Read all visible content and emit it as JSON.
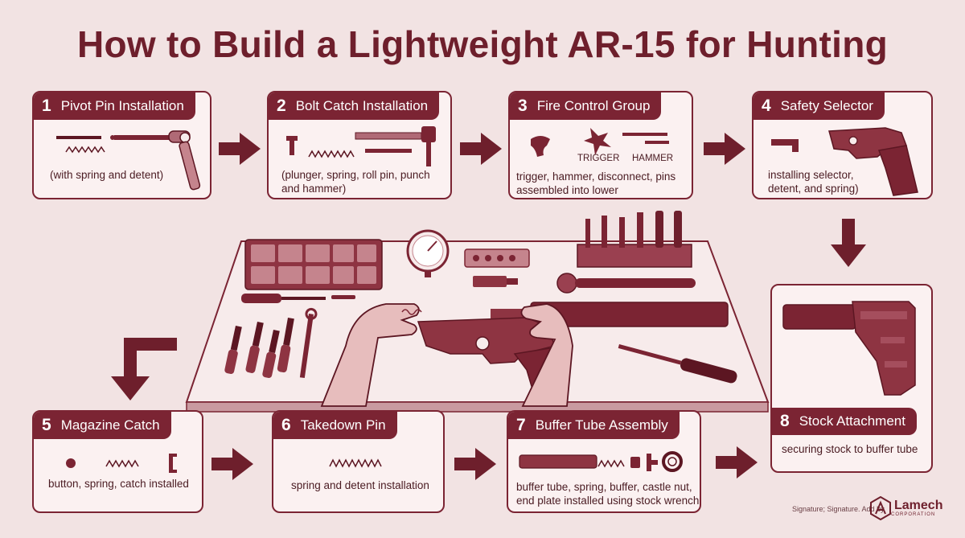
{
  "title": "How to Build a Lightweight AR-15 for Hunting",
  "steps": [
    {
      "num": "1",
      "title": "Pivot Pin Installation",
      "caption": "(with spring and detent)"
    },
    {
      "num": "2",
      "title": "Bolt Catch Installation",
      "caption": "(plunger, spring, roll pin, punch and hammer)"
    },
    {
      "num": "3",
      "title": "Fire Control Group",
      "caption": "trigger, hammer, disconnect, pins assembled into lower",
      "label_trigger": "TRIGGER",
      "label_hammer": "HAMMER"
    },
    {
      "num": "4",
      "title": "Safety Selector",
      "caption": "installing selector, detent, and spring)"
    },
    {
      "num": "5",
      "title": "Magazine Catch",
      "caption": "button, spring, catch installed"
    },
    {
      "num": "6",
      "title": "Takedown Pin",
      "caption": "spring and detent installation"
    },
    {
      "num": "7",
      "title": "Buffer Tube Assembly",
      "caption": "buffer tube, spring, buffer, castle nut, end plate installed using stock wrench"
    },
    {
      "num": "8",
      "title": "Stock Attachment",
      "caption": "securing stock to buffer tube"
    }
  ],
  "footer": {
    "signature": "Signature; Signature. Add by",
    "logo_name": "Lamech",
    "logo_sub": "CORPORATION"
  },
  "colors": {
    "accent": "#7b2433",
    "background": "#f2e3e3",
    "card": "#fbf1f1",
    "title": "#6e1f2c"
  }
}
